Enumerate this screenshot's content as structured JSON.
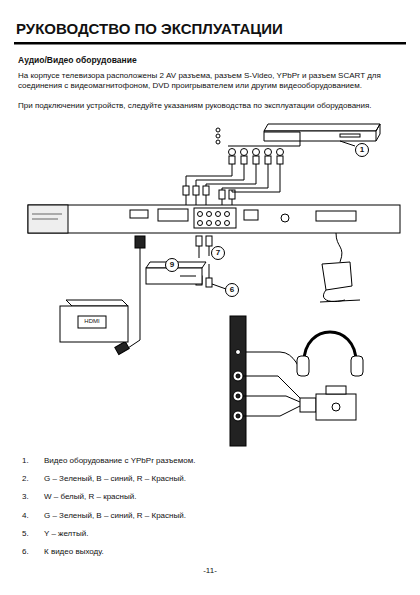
{
  "diagram": {
    "title": "РУКОВОДСТВО ПО ЭКСПЛУАТАЦИИ",
    "nodes": [
      {
        "text": [
          "1"
        ]
      },
      {
        "text": [
          "9"
        ]
      },
      {
        "text": [
          "7"
        ]
      },
      {
        "text": [
          "6"
        ]
      }
    ],
    "labels": [
      "Аудио/Видео оборудование",
      "На корпусе телевизора расположены 2 AV разъема, разъем S-Video, YPbPr и разъем SCART для соединения с видеомагнитофоном, DVD проигрывателем или другим видеооборудованием.",
      "При подключении устройств, следуйте указаниям руководства по эксплуатации оборудования.",
      "HDMI",
      "1.",
      "Видео оборудование с YPbPr разъемом.",
      "2.",
      "G – Зеленый, B – синий, R – Красный.",
      "3.",
      "W – белый, R – красный.",
      "4.",
      "G – Зеленый, B – синий, R – Красный.",
      "5.",
      "Y – желтый.",
      "6.",
      "К видео выходу.",
      "-11-"
    ]
  }
}
